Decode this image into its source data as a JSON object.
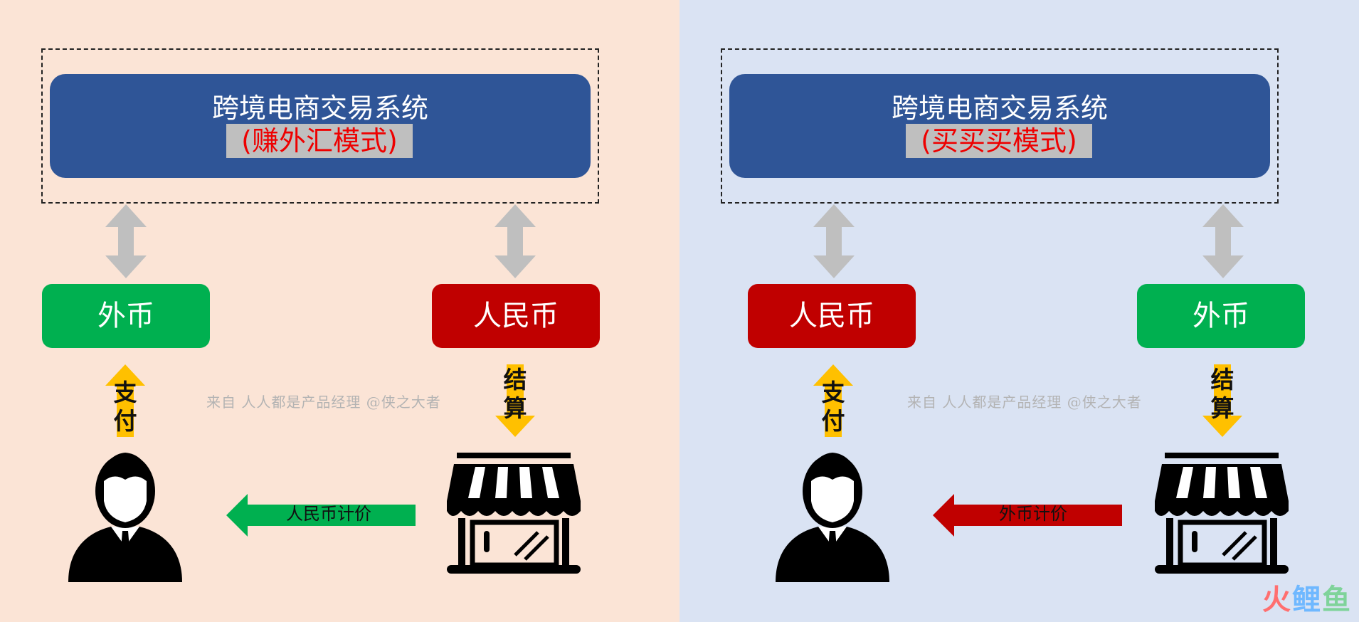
{
  "left_panel": {
    "system_title": "跨境电商交易系统",
    "system_mode": "(赚外汇模式)",
    "chip_left": "外币",
    "chip_right": "人民币",
    "pay_label": "支付",
    "settle_label": "结算",
    "watermark": "来自 人人都是产品经理 @侠之大者",
    "price_label": "人民币计价",
    "colors": {
      "background": "#fbe4d6",
      "chip_left": "#00b050",
      "chip_right": "#c00000",
      "price_arrow": "#00b050"
    }
  },
  "right_panel": {
    "system_title": "跨境电商交易系统",
    "system_mode": "(买买买模式)",
    "chip_left": "人民币",
    "chip_right": "外币",
    "pay_label": "支付",
    "settle_label": "结算",
    "watermark": "来自 人人都是产品经理 @侠之大者",
    "price_label": "外币计价",
    "colors": {
      "background": "#dae3f3",
      "chip_left": "#c00000",
      "chip_right": "#00b050",
      "price_arrow": "#c00000"
    }
  },
  "logo": {
    "part1": "火",
    "part2": "鲤",
    "part3": "鱼"
  },
  "colors": {
    "system_box": "#2f5597",
    "mode_text": "#ee0000",
    "double_arrow": "#bfbfbf",
    "flow_arrow": "#ffc000"
  },
  "icons": [
    "double-arrow-icon",
    "up-arrow-icon",
    "down-arrow-icon",
    "left-arrow-icon",
    "person-icon",
    "shop-icon"
  ]
}
